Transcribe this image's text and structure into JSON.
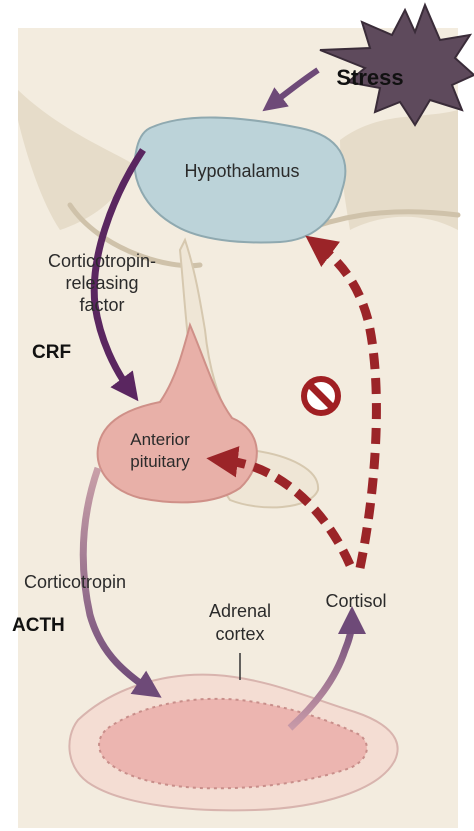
{
  "labels": {
    "stress": "Stress",
    "hypothalamus": "Hypothalamus",
    "crf_line1": "Corticotropin-",
    "crf_line2": "releasing",
    "crf_line3": "factor",
    "crf_abbr": "CRF",
    "pituitary_line1": "Anterior",
    "pituitary_line2": "pituitary",
    "acth_name": "Corticotropin",
    "acth_abbr": "ACTH",
    "adrenal_line1": "Adrenal",
    "adrenal_line2": "cortex",
    "cortisol": "Cortisol"
  },
  "icons": {
    "inhibition": "no-symbol-icon",
    "stress_burst": "starburst-icon"
  },
  "colors": {
    "background_panel": "#f3ecdf",
    "hypothalamus": "#bcd3d9",
    "pituitary": "#e8b0a8",
    "adrenal": "#ecb5b0",
    "stress": "#5e4a5c",
    "stimulation_arrow": "#5a2660",
    "feedback_arrow": "#9b2428"
  }
}
